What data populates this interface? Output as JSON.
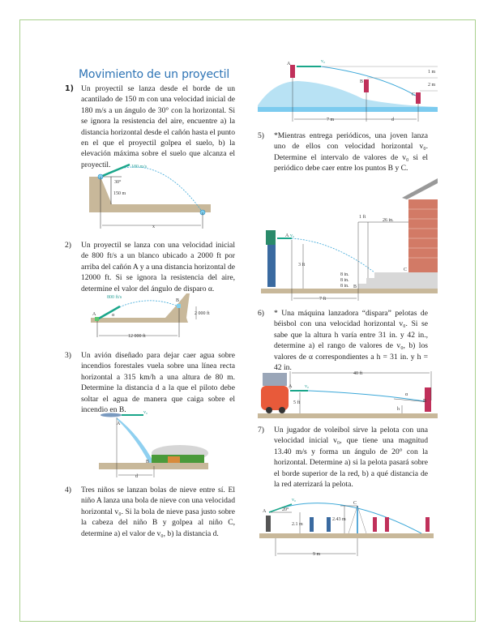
{
  "page": {
    "title": "Movimiento de un proyectil",
    "border_color": "#a9d18e",
    "title_color": "#2e74b5"
  },
  "problems": [
    {
      "number": "1)",
      "text": "Un proyectil se lanza desde el borde de un acantilado de 150 m con una velocidad inicial de 180 m/s a un ángulo de 30° con la horizontal. Si se ignora la resistencia del aire, encuentre a) la distancia horizontal desde el cañón hasta el punto en el que el proyectil golpea el suelo, b) la elevación máxima sobre el suelo que alcanza el proyectil.",
      "figure": {
        "velocity": "180 m/s",
        "angle": "30°",
        "height": "150 m",
        "distance": "x"
      }
    },
    {
      "number": "2)",
      "text": "Un proyectil se lanza con una velocidad inicial de 800 ft/s a un blanco ubicado a 2000 ft por arriba del cañón A y a una distancia horizontal de 12000 ft. Si se ignora la resistencia del aire, determine el valor del ángulo de disparo α.",
      "figure": {
        "velocity": "800 ft/s",
        "angle": "α",
        "point_a": "A",
        "point_b": "B",
        "height": "2 000 ft",
        "distance": "12 000 ft"
      }
    },
    {
      "number": "3)",
      "text": "Un avión diseñado para dejar caer agua sobre incendios forestales vuela sobre una línea recta horizontal a 315 km/h a una altura de 80 m. Determine la distancia d a la que el piloto debe soltar el agua de manera que caiga sobre el incendio en B.",
      "figure": {
        "velocity": "v₀",
        "point_a": "A",
        "point_b": "B",
        "distance": "d"
      }
    },
    {
      "number": "4)",
      "text": "Tres niños se lanzan bolas de nieve entre sí. El niño A lanza una bola de nieve con una velocidad horizontal v₀. Si la bola de nieve pasa justo sobre la cabeza del niño B y golpea al niño C, determine a) el valor de v₀, b) la distancia d.",
      "figure": {
        "velocity": "v₀",
        "point_a": "A",
        "point_b": "B",
        "point_c": "C",
        "drop_1": "1 m",
        "drop_2": "2 m",
        "distance_1": "7 m",
        "distance_2": "d"
      }
    },
    {
      "number": "5)",
      "text": "*Mientras entrega periódicos, una joven lanza uno de ellos con velocidad horizontal v₀. Determine el intervalo de valores de v₀ si el periódico debe caer entre los puntos B y C.",
      "figure": {
        "velocity": "v₀",
        "point_a": "A",
        "point_b": "B",
        "point_c": "C",
        "height": "3 ft",
        "distance": "7 ft",
        "step_width": "1 ft",
        "wall_gap": "26 in.",
        "steps": [
          "8 in.",
          "8 in.",
          "8 in."
        ]
      }
    },
    {
      "number": "6)",
      "text": "* Una máquina lanzadora “dispara” pelotas de béisbol con una velocidad horizontal v₀. Si se sabe que la altura h varía entre 31 in. y 42 in., determine a) el rango de valores de v₀, b) los valores de α correspondientes a h = 31 in. y h = 42 in.",
      "figure": {
        "velocity": "v₀",
        "point_a": "A",
        "point_b": "B",
        "height": "5 ft",
        "distance": "40 ft",
        "angle": "α",
        "h": "h"
      }
    },
    {
      "number": "7)",
      "text": "Un jugador de voleibol sirve la pelota con una velocidad inicial v₀, que tiene una magnitud 13.40 m/s y forma un ángulo de 20° con la horizontal. Determine a) si la pelota pasará sobre el borde superior de la red, b) a qué distancia de la red aterrizará la pelota.",
      "figure": {
        "velocity": "v₀",
        "angle": "20°",
        "point_a": "A",
        "point_c": "C",
        "height_a": "2.1 m",
        "net_height": "2.43 m",
        "distance": "9 m"
      }
    }
  ]
}
